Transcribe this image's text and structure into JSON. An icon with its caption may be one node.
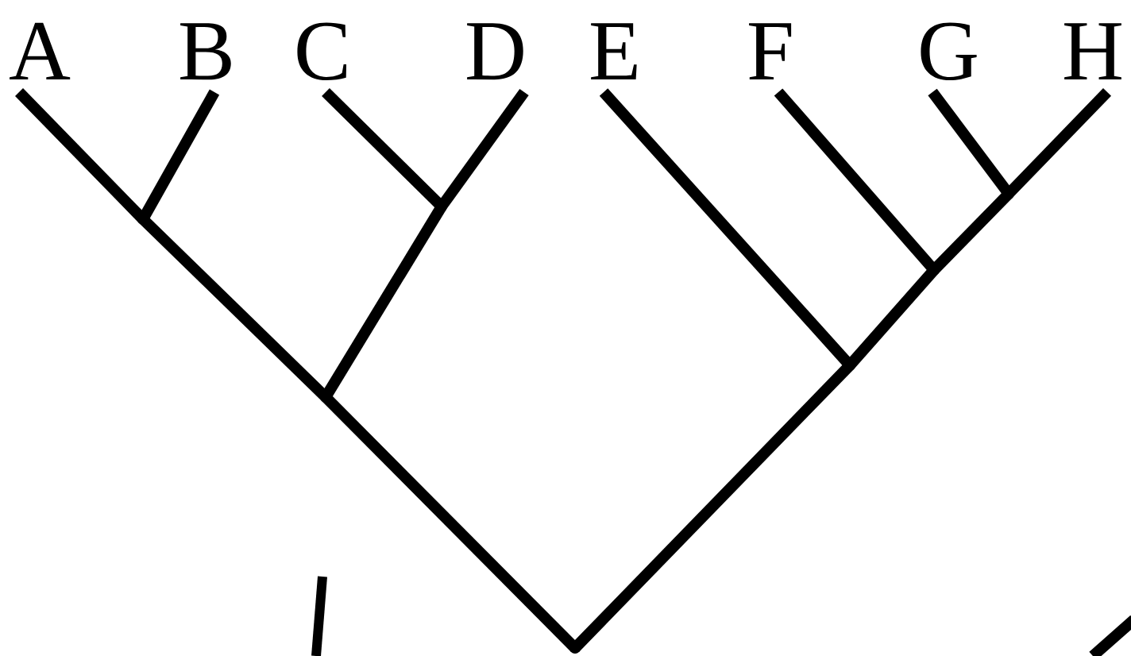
{
  "diagram": {
    "nodes": [
      {
        "text": [
          "A"
        ]
      },
      {
        "text": [
          "B"
        ]
      },
      {
        "text": [
          "C"
        ]
      },
      {
        "text": [
          "D"
        ]
      },
      {
        "text": [
          "E"
        ]
      },
      {
        "text": [
          "F"
        ]
      },
      {
        "text": [
          "G"
        ]
      },
      {
        "text": [
          "H"
        ]
      },
      {
        "text": [],
        "shape": "point"
      },
      {
        "text": [],
        "shape": "point"
      },
      {
        "text": [],
        "shape": "point"
      },
      {
        "text": [],
        "shape": "point"
      },
      {
        "text": [],
        "shape": "point"
      },
      {
        "text": [],
        "shape": "point"
      },
      {
        "text": [],
        "shape": "point"
      }
    ],
    "edges": [
      {
        "from": 8,
        "to": 0,
        "arrow": "none"
      },
      {
        "from": 8,
        "to": 1,
        "arrow": "none"
      },
      {
        "from": 9,
        "to": 2,
        "arrow": "none"
      },
      {
        "from": 9,
        "to": 3,
        "arrow": "none"
      },
      {
        "from": 10,
        "to": 8,
        "arrow": "none"
      },
      {
        "from": 10,
        "to": 9,
        "arrow": "none"
      },
      {
        "from": 11,
        "to": 6,
        "arrow": "none"
      },
      {
        "from": 11,
        "to": 7,
        "arrow": "none"
      },
      {
        "from": 12,
        "to": 5,
        "arrow": "none"
      },
      {
        "from": 12,
        "to": 11,
        "arrow": "none"
      },
      {
        "from": 13,
        "to": 4,
        "arrow": "none"
      },
      {
        "from": 13,
        "to": 12,
        "arrow": "none"
      },
      {
        "from": 14,
        "to": 10,
        "arrow": "none"
      },
      {
        "from": 14,
        "to": 13,
        "arrow": "none"
      }
    ]
  }
}
